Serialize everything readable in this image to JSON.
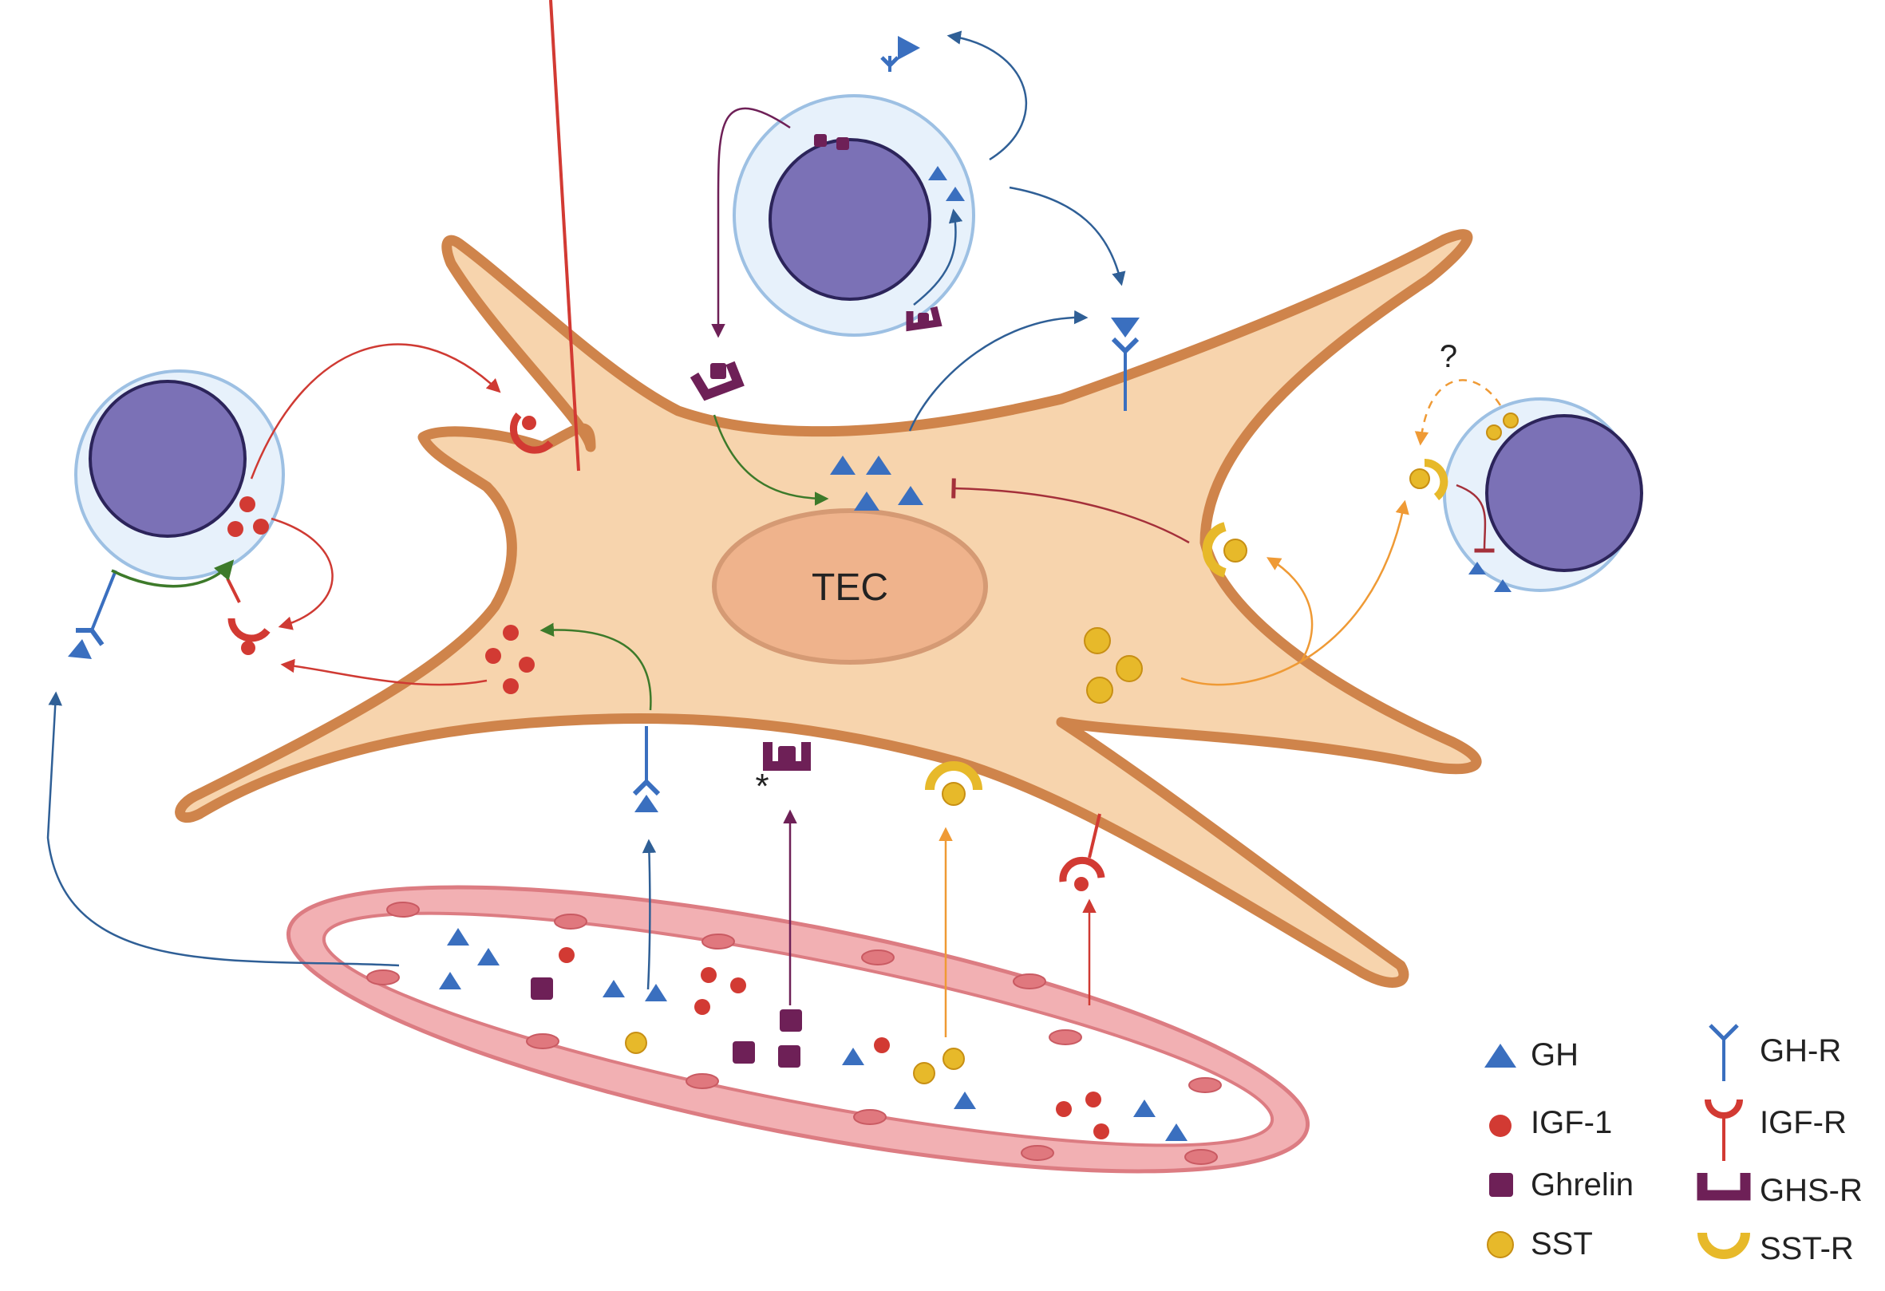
{
  "center_label": "TEC",
  "unknown_marker": "?",
  "asterisk": "*",
  "legend": {
    "ligands": [
      {
        "label": "GH",
        "icon": "triangle-icon",
        "color": "#3a6fbf"
      },
      {
        "label": "IGF-1",
        "icon": "dot-icon",
        "color": "#d23a33"
      },
      {
        "label": "Ghrelin",
        "icon": "square-icon",
        "color": "#6e2057"
      },
      {
        "label": "SST",
        "icon": "circle-icon",
        "color": "#e7b92a"
      }
    ],
    "receptors": [
      {
        "label": "GH-R",
        "icon": "y-receptor-icon",
        "color": "#3a6fbf"
      },
      {
        "label": "IGF-R",
        "icon": "cup-receptor-icon",
        "color": "#d23a33"
      },
      {
        "label": "GHS-R",
        "icon": "u-receptor-icon",
        "color": "#6e2057"
      },
      {
        "label": "SST-R",
        "icon": "arc-receptor-icon",
        "color": "#e7b92a"
      }
    ]
  },
  "colors": {
    "tec_fill": "#f7d4ad",
    "tec_stroke": "#cf844b",
    "nucleus": "#efb38c",
    "thymocyte_fill": "#e7f1fb",
    "thymocyte_stroke": "#9dc0e3",
    "thymocyte_nucleus": "#7b71b6",
    "vessel_fill": "#f2b0b3",
    "vessel_stroke": "#dc7c82",
    "gh": "#3a6fbf",
    "igf": "#d23a33",
    "ghrelin": "#6e2057",
    "sst": "#e7b92a",
    "green_arrow": "#3d7a2a",
    "orange_arrow": "#ef9a35"
  }
}
